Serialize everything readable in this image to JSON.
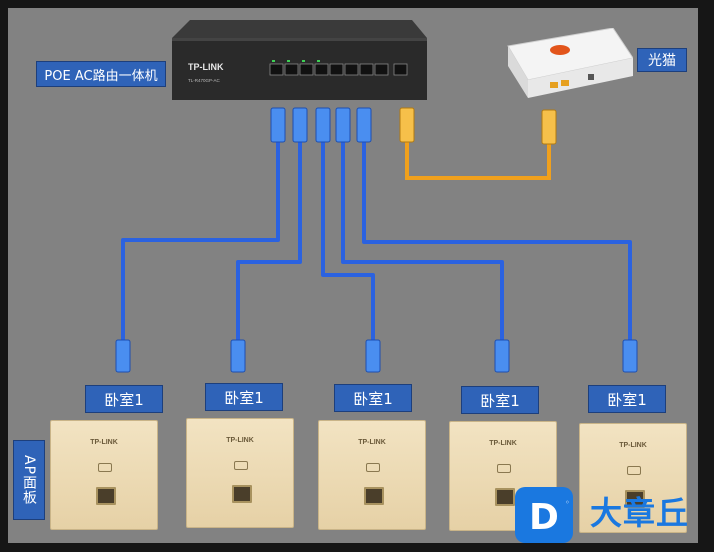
{
  "labels": {
    "router": "POE AC路由一体机",
    "modem": "光猫",
    "ap_panel": "AP面板",
    "rooms": [
      "卧室1",
      "卧室1",
      "卧室1",
      "卧室1",
      "卧室1"
    ]
  },
  "devices": {
    "router_brand": "TP-LINK",
    "router_model": "TL-R470GP-AC",
    "ap_brand": "TP-LINK"
  },
  "watermark": {
    "text": "大章丘",
    "letter": "D"
  },
  "colors": {
    "background": "#828282",
    "label": "#2f63b8",
    "ethernet_cable": "#2b62e0",
    "uplink_cable": "#f0a01c",
    "ap_panel": "#e9d6ad"
  }
}
